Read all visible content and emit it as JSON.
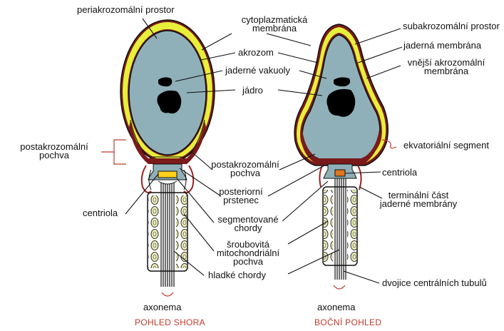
{
  "labels": {
    "periakrozomalni_prostor": "periakrozomální prostor",
    "cytoplazmaticka_membrana": "cytoplazmatická\nmembrána",
    "akrozom": "akrozom",
    "jaderne_vakuoly": "jaderné vakuoly",
    "jadro": "jádro",
    "postakrozomalni_pochva_left": "postakrozomální\npochva",
    "postakrozomalni_pochva_mid": "postakrozomální\npochva",
    "posteriorni_prstenec": "posteriorní\nprstenec",
    "segmentovane_chordy": "segmentované\nchordy",
    "sroubovita_pochva": "šroubovitá\nmitochondriální\npochva",
    "hladke_chordy": "hladké chordy",
    "centriola_left": "centriola",
    "centriola_right": "centriola",
    "subakrozomalni_prostor": "subakrozomální prostor",
    "jaderna_membrana": "jaderná membrána",
    "vnejsi_akrozomalni_membrana": "vnější akrozomální\nmembrána",
    "ekvatorialni_segment": "ekvatoriální segment",
    "terminalni_cast": "terminální část\njaderné membrány",
    "dvojice_tubulu": "dvojice centrálních tubulů",
    "axonema_left": "axonema",
    "axonema_right": "axonema"
  },
  "views": {
    "top": "POHLED SHORA",
    "side": "BOČNÍ POHLED"
  },
  "colors": {
    "nucleus": "#8fb0b8",
    "acrosome": "#e6ef3a",
    "membrane": "#7a1a1a",
    "mitochondria": "#f1f0b8",
    "outline": "#111111",
    "view_title": "#c0392b",
    "bracket": "#c0392b",
    "vacuole": "#000000",
    "centriole": "#ffd11a"
  }
}
